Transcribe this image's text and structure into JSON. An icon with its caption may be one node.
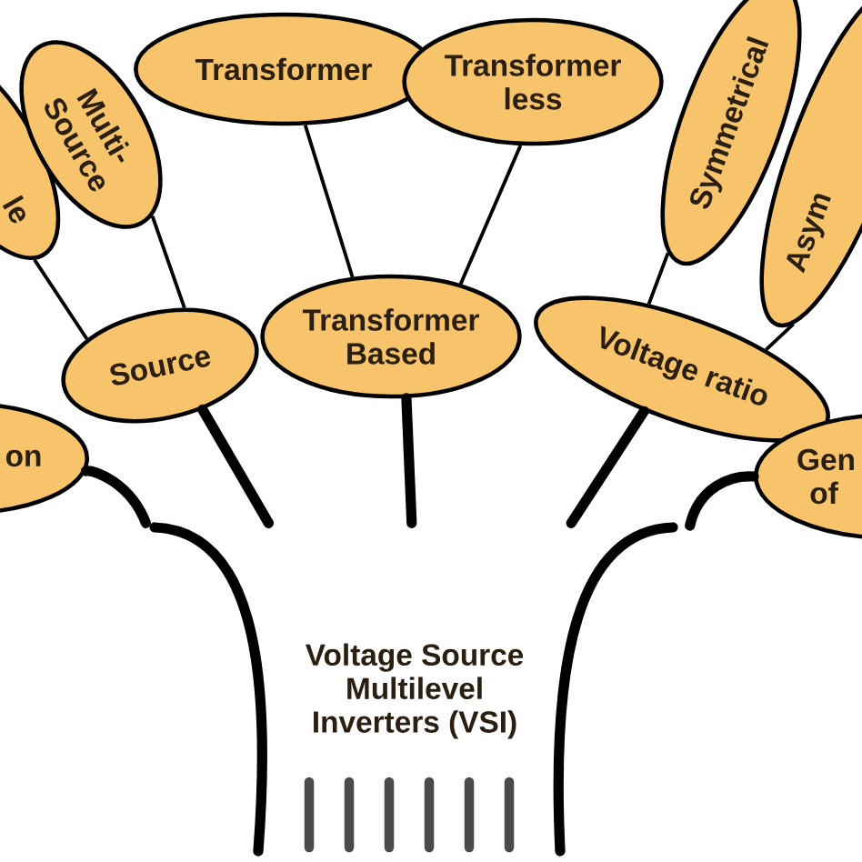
{
  "diagram": {
    "nodes": [
      {
        "text": [
          "le"
        ]
      },
      {
        "text": [
          "Multi-Source"
        ]
      },
      {
        "text": [
          "Transformer"
        ]
      },
      {
        "text": [
          "Transformer less"
        ]
      },
      {
        "text": [
          "Symmetrical"
        ]
      },
      {
        "text": [
          "Asym"
        ]
      },
      {
        "text": [
          "Source"
        ]
      },
      {
        "text": [
          "Transformer Based"
        ]
      },
      {
        "text": [
          "Voltage ratio"
        ]
      },
      {
        "text": [
          "on"
        ]
      },
      {
        "text": [
          "Gen of"
        ]
      },
      {
        "text": [
          "Voltage Source Multilevel Inverters (VSI)"
        ]
      }
    ],
    "edges": [
      {
        "from": 6,
        "to": 0,
        "arrow": "none"
      },
      {
        "from": 6,
        "to": 1,
        "arrow": "none"
      },
      {
        "from": 7,
        "to": 2,
        "arrow": "none"
      },
      {
        "from": 7,
        "to": 3,
        "arrow": "none"
      },
      {
        "from": 8,
        "to": 4,
        "arrow": "none"
      },
      {
        "from": 8,
        "to": 5,
        "arrow": "none"
      },
      {
        "from": 11,
        "to": 6,
        "arrow": "none",
        "style": "thick"
      },
      {
        "from": 11,
        "to": 7,
        "arrow": "none",
        "style": "thick"
      },
      {
        "from": 11,
        "to": 8,
        "arrow": "none",
        "style": "thick"
      },
      {
        "from": 11,
        "to": 9,
        "arrow": "none",
        "style": "thick"
      },
      {
        "from": 11,
        "to": 10,
        "arrow": "none",
        "style": "thick"
      }
    ]
  }
}
